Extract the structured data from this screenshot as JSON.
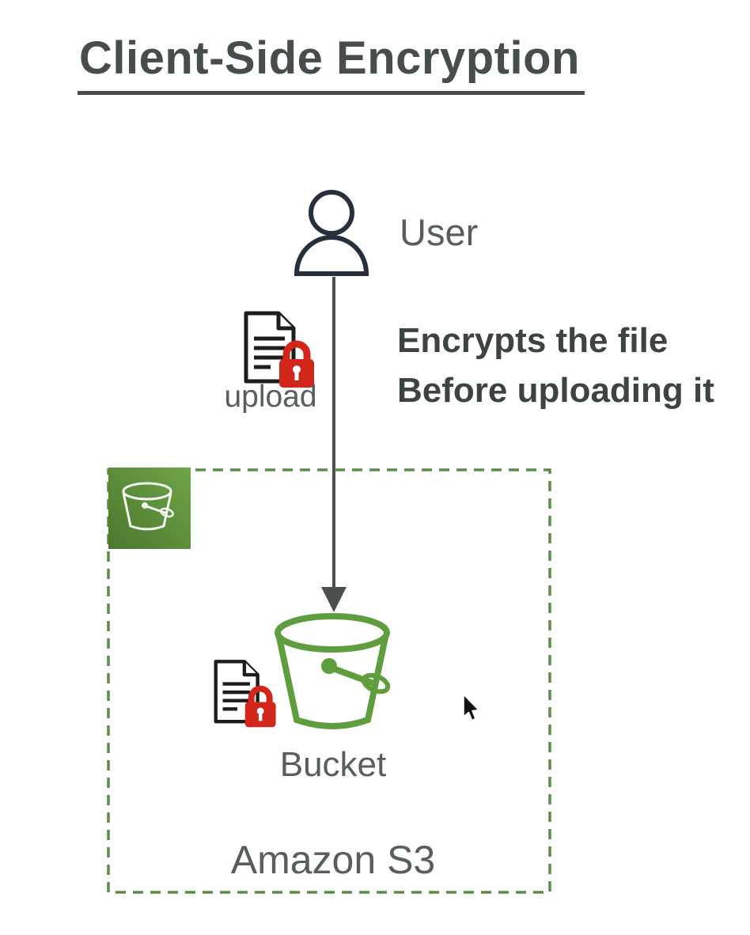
{
  "title": "Client-Side Encryption",
  "user": {
    "label": "User"
  },
  "upload": {
    "label": "upload"
  },
  "note": {
    "line1": "Encrypts the file",
    "line2": "Before uploading it"
  },
  "s3": {
    "bucket_label": "Bucket",
    "region_label": "Amazon S3"
  },
  "icons": {
    "user": "user-icon",
    "arrow": "arrow-down-icon",
    "upload_file": "encrypted-document-lock-icon",
    "s3_service": "amazon-s3-service-icon",
    "bucket": "s3-bucket-icon",
    "stored_file": "encrypted-document-lock-icon",
    "pointer": "mouse-cursor-icon"
  },
  "colors": {
    "title_color": "#474c4c",
    "label_color": "#585d5d",
    "note_color": "#3d4343",
    "bucket_green": "#5f9e3e",
    "dash_green": "#5d8c4a",
    "lock_red": "#d2261b",
    "user_dark": "#25303c",
    "arrow_gray": "#4a4f4f"
  }
}
